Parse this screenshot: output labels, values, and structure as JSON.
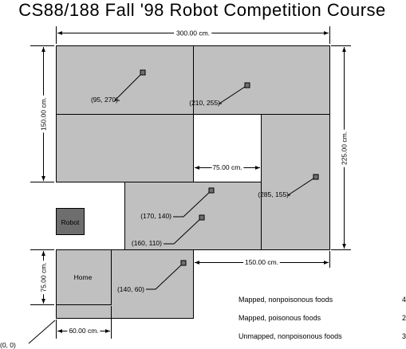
{
  "title": "CS88/188 Fall '98 Robot Competition Course",
  "colors": {
    "floor": "#c0c0c0",
    "robot": "#6e6e6e",
    "food": "#707070",
    "line": "#000000"
  },
  "dimensions": {
    "width_total": "300.00 cm.",
    "height_left": "150.00 cm.",
    "height_right": "225.00 cm.",
    "gap_upper": "75.00 cm.",
    "gap_lower": "150.00 cm.",
    "home_height": "75.00 cm.",
    "home_width": "60.00 cm."
  },
  "labels": {
    "robot": "Robot",
    "home": "Home",
    "origin": "(0, 0)"
  },
  "foods": [
    {
      "label": "(95, 270)"
    },
    {
      "label": "(210, 255)"
    },
    {
      "label": "(285, 155)"
    },
    {
      "label": "(170, 140)"
    },
    {
      "label": "(160, 110)"
    },
    {
      "label": "(140, 60)"
    }
  ],
  "legend": [
    {
      "label": "Mapped, nonpoisonous foods",
      "count": "4"
    },
    {
      "label": "Mapped, poisonous foods",
      "count": "2"
    },
    {
      "label": "Unmapped, nonpoisonous foods",
      "count": "3"
    }
  ]
}
